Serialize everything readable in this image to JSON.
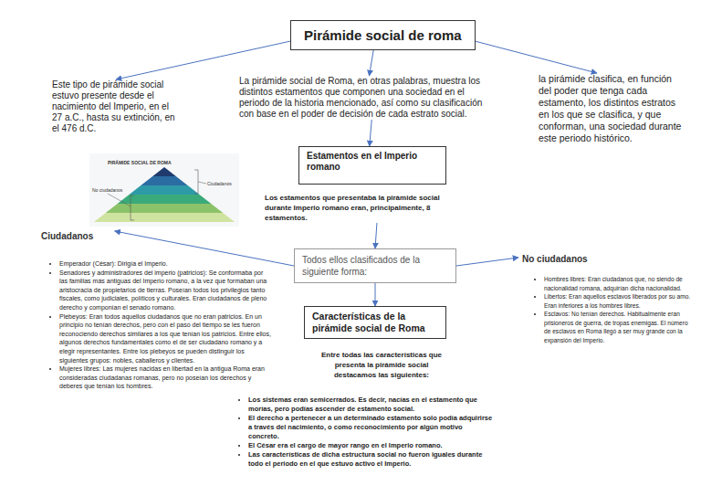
{
  "diagram": {
    "nodes": [
      {
        "text": [
          "Pirámide social de roma"
        ]
      },
      {
        "text": [
          "Este tipo de pirámide social estuvo presente desde el nacimiento del Imperio, en el 27 a.C., hasta su extinción, en el 476 d.C."
        ]
      },
      {
        "text": [
          "La pirámide social de Roma, en otras palabras, muestra los distintos estamentos que componen una sociedad en el periodo de la historia mencionado, así como su clasificación con base en el poder de decisión de cada estrato social."
        ]
      },
      {
        "text": [
          "la pirámide clasifica, en función del poder que tenga cada estamento, los distintos estratos en los que se clasifica, y que conforman, una sociedad durante este periodo histórico."
        ]
      },
      {
        "text": [
          "Estamentos en el Imperio romano"
        ]
      },
      {
        "text": [
          "Los estamentos que presentaba la pirámide social durante Imperio romano eran, principalmente, 8 estamentos."
        ]
      },
      {
        "text": [
          "Todos ellos clasificados de la siguiente forma:"
        ]
      },
      {
        "text": [
          "Ciudadanos",
          "Emperador (César): Dirigía el Imperio.",
          "Senadores y administradores del imperio (patricios): Se conformaba por las familias más antiguas del Imperio romano, a la vez que formaban una aristocracia de propietarios de tierras. Poseían todos los privilegios tanto fiscales, como judiciales, políticos y culturales. Eran ciudadanos de pleno derecho y componían el senado romano.",
          "Plebeyos: Eran todos aquellos ciudadanos que no eran patricios. En un principio no tenían derechos, pero con el paso del tiempo se les fueron reconociendo derechos similares a los que tenían los patricios. Entre ellos, algunos derechos fundamentales como el de ser ciudadano romano y a elegir representantes. Entre los plebeyos se pueden distinguir los siguientes grupos: nobles, caballeros y clientes.",
          "Mujeres libres: Las mujeres nacidas en libertad en la antigua Roma eran consideradas ciudadanas romanas, pero no poseían los derechos y deberes que tenían los hombres."
        ]
      },
      {
        "text": [
          "No ciudadanos",
          "Hombres libres: Eran ciudadanos que, no siendo de nacionalidad romana, adquirían dicha nacionalidad.",
          "Libertos: Eran aquellos esclavos liberados por su amo. Eran inferiores a los hombres libres.",
          "Esclavos: No tenían derechos. Habitualmente eran prisioneros de guerra, de tropas enemigas. El número de esclavos en Roma llegó a ser muy grande con la expansión del Imperio."
        ]
      },
      {
        "text": [
          "Características de la pirámide social de Roma"
        ]
      }
    ],
    "edges": [
      {
        "from": 0,
        "to": 1,
        "arrow": "to"
      },
      {
        "from": 0,
        "to": 2,
        "arrow": "to"
      },
      {
        "from": 0,
        "to": 3,
        "arrow": "to"
      },
      {
        "from": 2,
        "to": 4,
        "arrow": "to"
      },
      {
        "from": 5,
        "to": 6,
        "arrow": "to"
      },
      {
        "from": 6,
        "to": 7,
        "arrow": "to"
      },
      {
        "from": 6,
        "to": 8,
        "arrow": "to"
      },
      {
        "from": 6,
        "to": 9,
        "arrow": "to"
      }
    ],
    "labels": [
      "PIRÁMIDE SOCIAL DE ROMA",
      "Ciudadanos",
      "No ciudadanos",
      "Entre todas las características que presenta la pirámide social destacamos las siguientes:",
      "Los sistemas eran semicerrados. Es decir, nacías en el estamento que morías, pero podías ascender de estamento social.",
      "El derecho a pertenecer a un determinado estamento solo podía adquirirse a través del nacimiento, o como reconocimiento por algún motivo concreto.",
      "El César era el cargo de mayor rango en el Imperio romano.",
      "Las características de dicha estructura social no fueron iguales durante todo el periodo en el que estuvo activo el Imperio."
    ]
  }
}
